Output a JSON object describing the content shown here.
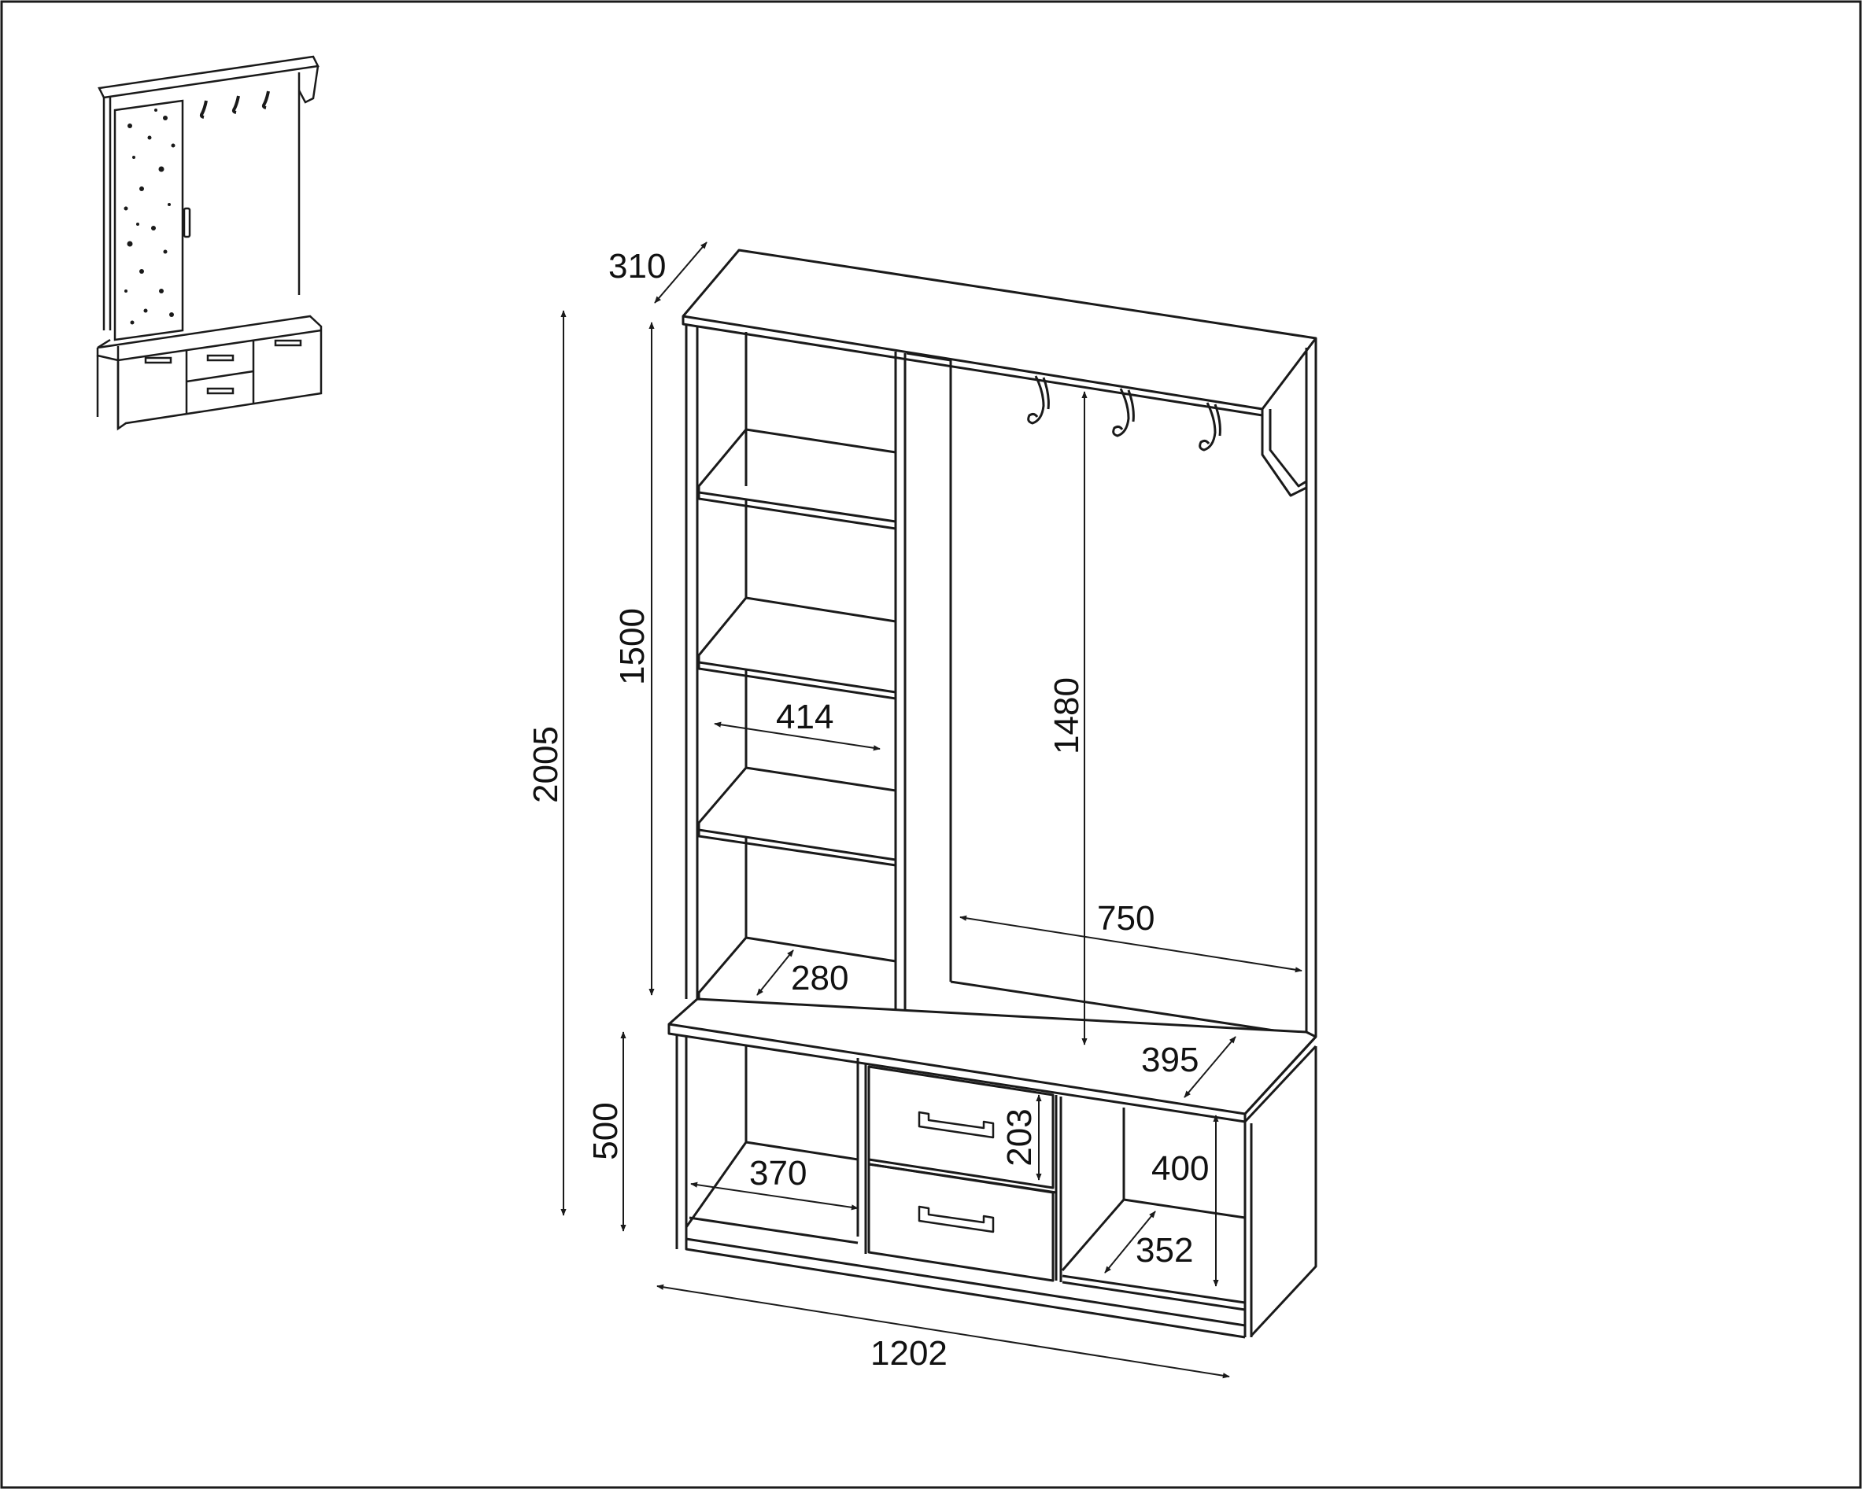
{
  "colors": {
    "line": "#1a1a1a",
    "background": "#ffffff"
  },
  "dimensions": {
    "depth_top": "310",
    "total_height": "2005",
    "upper_height": "1500",
    "shelf_width": "414",
    "hanger_height": "1480",
    "hanger_width": "750",
    "shelf_depth": "280",
    "bench_depth": "395",
    "bench_height": "500",
    "drawer_height": "203",
    "left_niche_width": "370",
    "right_niche_height": "400",
    "right_niche_depth": "352",
    "total_width": "1202"
  },
  "thumbnail": {
    "icon": "hallway-unit-thumbnail-icon"
  }
}
